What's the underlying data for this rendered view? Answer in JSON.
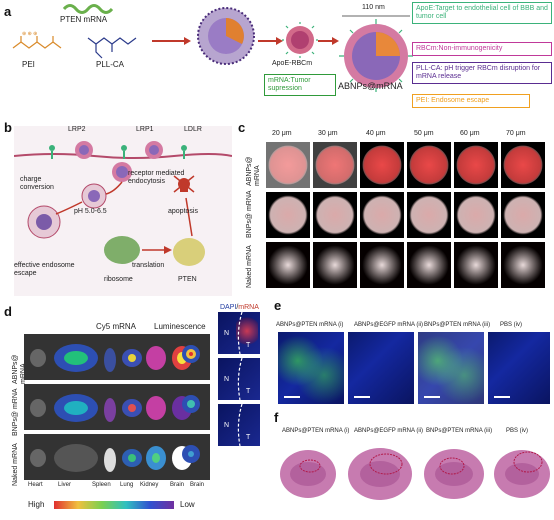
{
  "panels": {
    "a": "a",
    "b": "b",
    "c": "c",
    "d": "d",
    "e": "e",
    "f": "f"
  },
  "a": {
    "pten_mrna": "PTEN mRNA",
    "pei": "PEI",
    "pll_ca": "PLL-CA",
    "apoe_rbcm": "ApoE-RBCm",
    "size": "110 nm",
    "product": "ABNPs@mRNA",
    "apoe_note": "ApoE:Target to endothelial cell of BBB and tumor cell",
    "rbcm_note": "RBCm:Non-immunogenicity",
    "pllca_note": "PLL-CA: pH trigger RBCm disruption for mRNA release",
    "mrna_note": "mRNA:Tumor supression",
    "pei_note": "PEI: Endosome escape",
    "colors": {
      "apoe": "#3bb27a",
      "rbcm": "#c0399a",
      "pllca": "#5a2d91",
      "mrna": "#2f9a3a",
      "pei": "#f0a020"
    }
  },
  "b": {
    "lrp2": "LRP2",
    "lrp1": "LRP1",
    "ldlr": "LDLR",
    "receptor": "receptor mediated endocytosis",
    "charge": "charge conversion",
    "ph": "pH 5.0-6.5",
    "apoptosis": "apoptosis",
    "escape": "effective endosome escape",
    "translation": "translation",
    "ribosome": "ribosome",
    "pten": "PTEN"
  },
  "c": {
    "cols": [
      "20 μm",
      "30 μm",
      "40 μm",
      "50 μm",
      "60 μm",
      "70 μm"
    ],
    "rows": [
      "ABNPs@ mRNA",
      "BNPs@ mRNA",
      "Naked mRNA"
    ]
  },
  "d": {
    "cy5": "Cy5 mRNA",
    "lumi": "Luminescence",
    "dapi": "DAPI",
    "slash": "/",
    "mrna": "mRNA",
    "rows": [
      "ABNPs@ mRNA",
      "BNPs@ mRNA",
      "Naked mRNA"
    ],
    "organs": [
      "Heart",
      "Liver",
      "Spleen",
      "Lung",
      "Kidney",
      "Brain",
      "Brain"
    ],
    "n": "N",
    "t": "T",
    "high": "High",
    "low": "Low"
  },
  "e": {
    "cols": [
      "ABNPs@PTEN mRNA (i)",
      "ABNPs@EGFP mRNA (ii)",
      "BNPs@PTEN mRNA (iii)",
      "PBS (iv)"
    ]
  },
  "f": {
    "cols": [
      "ABNPs@PTEN mRNA (i)",
      "ABNPs@EGFP mRNA (ii)",
      "BNPs@PTEN mRNA (iii)",
      "PBS (iv)"
    ]
  }
}
